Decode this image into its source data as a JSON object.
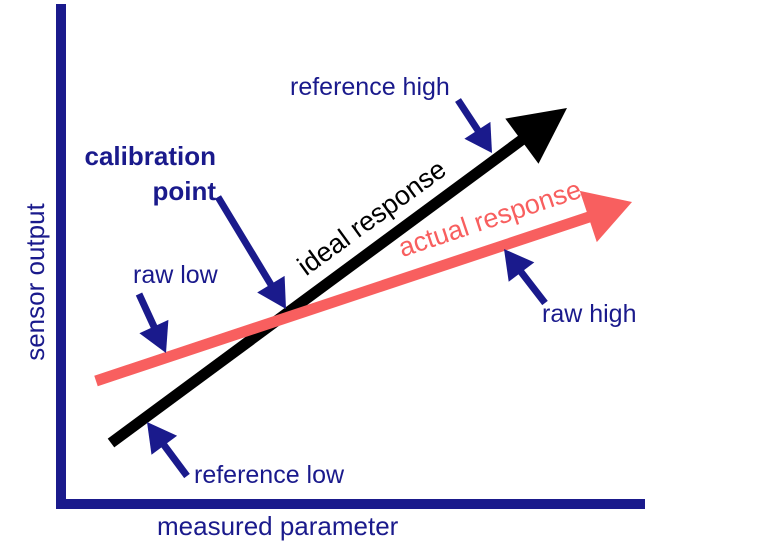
{
  "colors": {
    "navy": "#1a1a8c",
    "line-black": "#000000",
    "line-red": "#f85f5f",
    "bg": "#ffffff"
  },
  "axes": {
    "y_label": "sensor output",
    "x_label": "measured parameter"
  },
  "lines": {
    "ideal": {
      "label": "ideal response",
      "color": "#000000"
    },
    "actual": {
      "label": "actual response",
      "color": "#f85f5f"
    }
  },
  "annotations": {
    "reference_high": "reference high",
    "calibration_point": "calibration point",
    "raw_low": "raw low",
    "raw_high": "raw high",
    "reference_low": "reference low"
  }
}
